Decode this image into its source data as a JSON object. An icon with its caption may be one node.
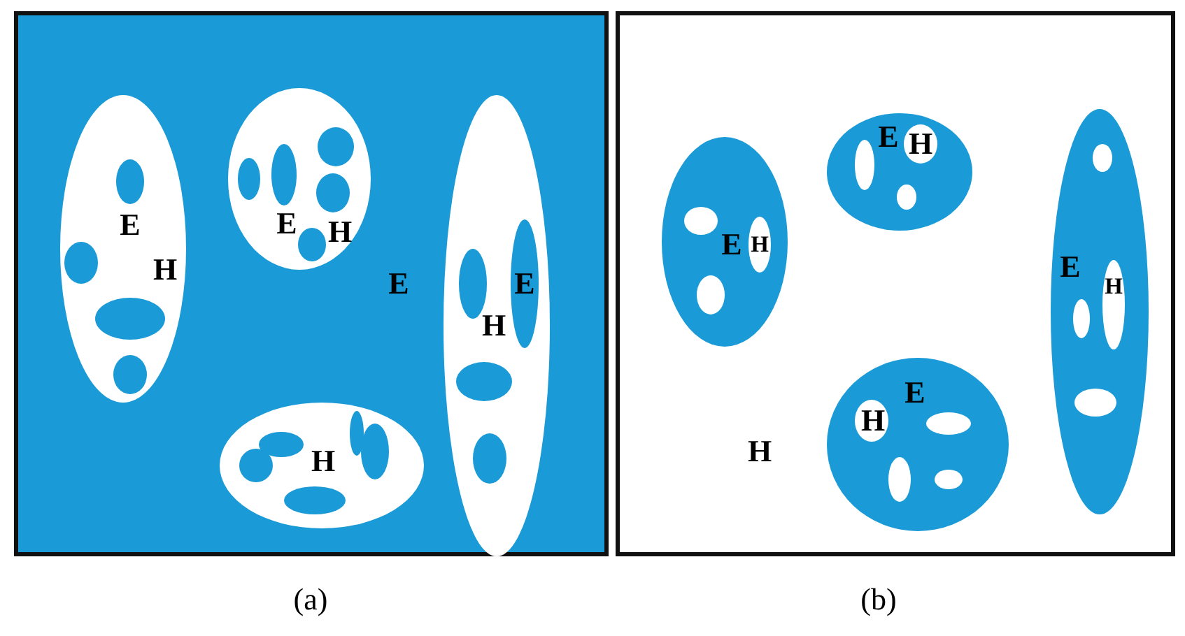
{
  "diagram": {
    "nodes": [
      {
        "text": [
          "E"
        ],
        "beside": [
          "(a)"
        ]
      },
      {
        "text": [
          "E",
          "H"
        ],
        "in": 0
      },
      {
        "text": [
          "E",
          "H"
        ],
        "in": 0
      },
      {
        "text": [
          "E",
          "H"
        ],
        "in": 0
      },
      {
        "text": [
          "H"
        ],
        "in": 0
      },
      {
        "text": [
          "H"
        ],
        "beside": [
          "(b)"
        ]
      },
      {
        "text": [
          "E",
          "H"
        ],
        "in": 5
      },
      {
        "text": [
          "E",
          "H"
        ],
        "in": 5
      },
      {
        "text": [
          "E",
          "H"
        ],
        "in": 5
      },
      {
        "text": [
          "E",
          "H"
        ],
        "in": 5
      }
    ]
  }
}
